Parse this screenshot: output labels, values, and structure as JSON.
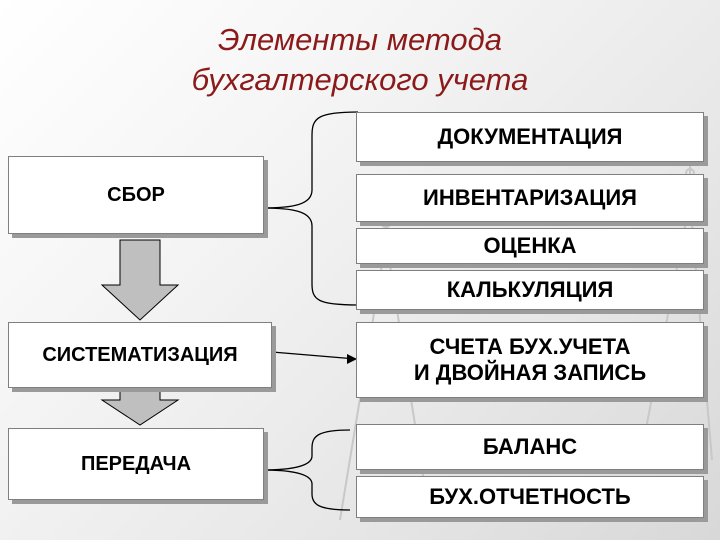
{
  "title_line1": "Элементы метода",
  "title_line2": "бухгалтерского учета",
  "left_boxes": {
    "collection": "СБОР",
    "systematization": "СИСТЕМАТИЗАЦИЯ",
    "transfer": "ПЕРЕДАЧА"
  },
  "right_boxes": {
    "documentation": "ДОКУМЕНТАЦИЯ",
    "inventory": "ИНВЕНТАРИЗАЦИЯ",
    "valuation": "ОЦЕНКА",
    "costing": "КАЛЬКУЛЯЦИЯ",
    "accounts_line1": "СЧЕТА БУХ.УЧЕТА",
    "accounts_line2": "И ДВОЙНАЯ ЗАПИСЬ",
    "balance": "БАЛАНС",
    "reporting": "БУХ.ОТЧЕТНОСТЬ"
  },
  "colors": {
    "title": "#8b1a1a",
    "arrow_fill": "#bfbfbf",
    "box_border": "#7f7f7f",
    "shadow": "#9a9a9a"
  }
}
